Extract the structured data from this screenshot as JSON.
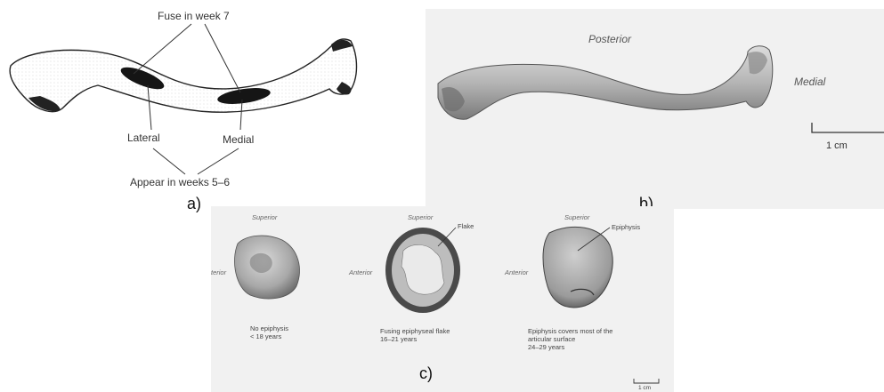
{
  "panel_a": {
    "fuse_label": "Fuse in week 7",
    "lateral_label": "Lateral",
    "medial_label": "Medial",
    "appear_label": "Appear in weeks 5–6",
    "letter": "a)"
  },
  "panel_b": {
    "posterior_label": "Posterior",
    "medial_label": "Medial",
    "scale_label": "1 cm",
    "letter": "b)"
  },
  "panel_c": {
    "letter": "c)",
    "scale_label": "1 cm",
    "specimens": [
      {
        "superior": "Superior",
        "anterior": "terior",
        "callout": "",
        "caption_line1": "No epiphysis",
        "caption_line2": "< 18 years",
        "caption_line3": ""
      },
      {
        "superior": "Superior",
        "anterior": "Anterior",
        "callout": "Flake",
        "caption_line1": "Fusing epiphyseal flake",
        "caption_line2": "16–21 years",
        "caption_line3": ""
      },
      {
        "superior": "Superior",
        "anterior": "Anterior",
        "callout": "Epiphysis",
        "caption_line1": "Epiphysis covers most of the",
        "caption_line2": "articular surface",
        "caption_line3": "24–29 years"
      }
    ]
  }
}
